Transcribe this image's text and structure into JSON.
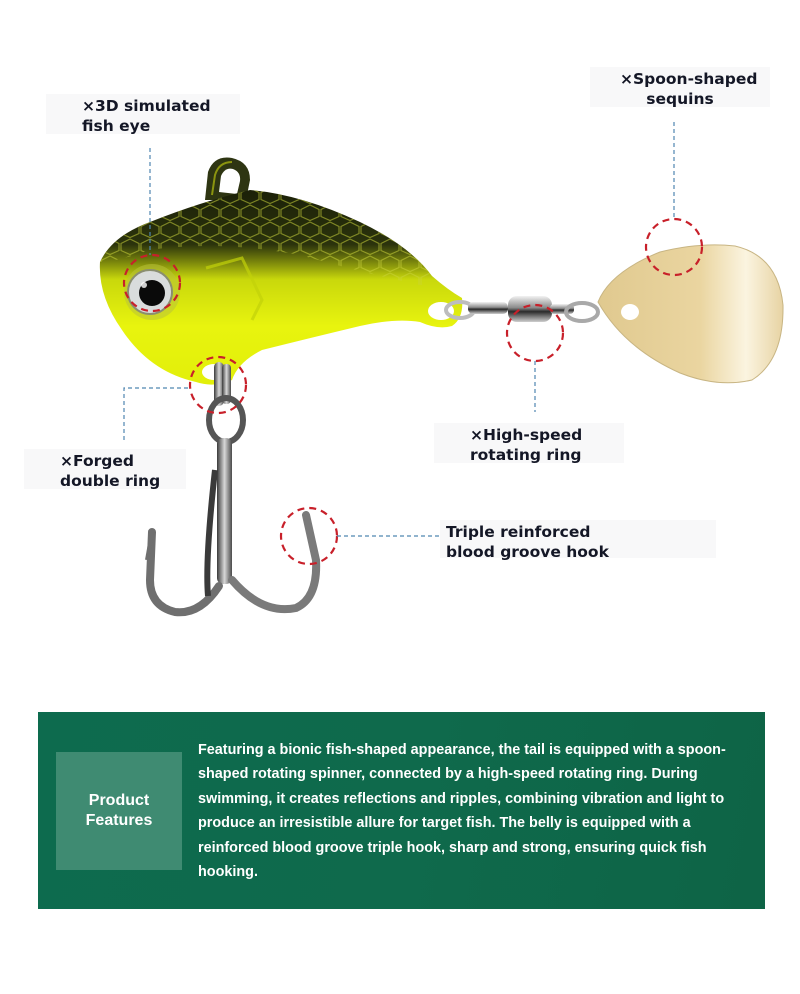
{
  "callouts": {
    "fish_eye": {
      "line1": "×3D simulated",
      "line2": "fish eye"
    },
    "spoon_sequins": {
      "line1": "×Spoon-shaped",
      "line2": "sequins"
    },
    "forged_ring": {
      "line1": "×Forged",
      "line2": "double ring"
    },
    "rotating_ring": {
      "line1": "×High-speed",
      "line2": "rotating ring"
    },
    "hook": {
      "line1": "Triple reinforced",
      "line2": "blood groove hook"
    }
  },
  "features": {
    "badge_line1": "Product",
    "badge_line2": "Features",
    "description": "Featuring a bionic fish-shaped appearance, the tail is equipped with a spoon-shaped rotating spinner, connected by a high-speed rotating ring. During swimming, it creates reflections and ripples, combining vibration and light to produce an irresistible allure for target fish. The belly is equipped with a reinforced blood groove triple hook, sharp and strong, ensuring quick fish hooking."
  },
  "colors": {
    "lure_body": "#e6f20a",
    "lure_back": "#1f2410",
    "spoon": "#e3cc92",
    "highlight_circle": "#c8202a",
    "leader_line": "#4f86b0",
    "features_bg": "#0e6a4c",
    "badge_bg": "#3f8b72"
  }
}
